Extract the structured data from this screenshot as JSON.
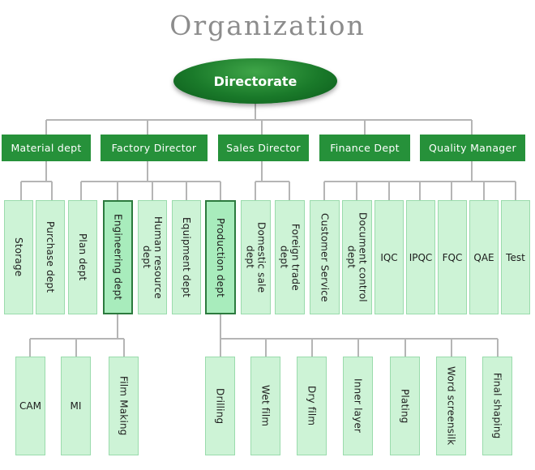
{
  "title": "Organization",
  "root": "Directorate",
  "level1": {
    "material": "Material dept",
    "factory": "Factory Director",
    "sales": "Sales Director",
    "finance": "Finance Dept",
    "quality": "Quality Manager"
  },
  "level2": {
    "storage": "Storage",
    "purchase": "Purchase dept",
    "plan": "Plan dept",
    "engineering": "Engineering dept",
    "hr": "Human resource\ndept",
    "equipment": "Equipment dept",
    "production": "Production dept",
    "domestic": "Domestic sale\ndept",
    "foreign": "Foreign trade\ndept",
    "customer": "Customer Service",
    "doccontrol": "Document control\ndept",
    "iqc": "IQC",
    "ipqc": "IPQC",
    "fqc": "FQC",
    "qae": "QAE",
    "test": "Test"
  },
  "level3": {
    "cam": "CAM",
    "mi": "MI",
    "filmmaking": "Film Making",
    "drilling": "Drilling",
    "wetfilm": "Wet film",
    "dryfilm": "Dry film",
    "innerlayer": "Inner layer",
    "plating": "Plating",
    "wordscreen": "Word screensilk",
    "finalshaping": "Final shaping"
  },
  "colors": {
    "node_dark": "#26913a",
    "node_light": "#cdf3d6",
    "connector": "#b5b5b5",
    "title": "#8c8c8c"
  }
}
